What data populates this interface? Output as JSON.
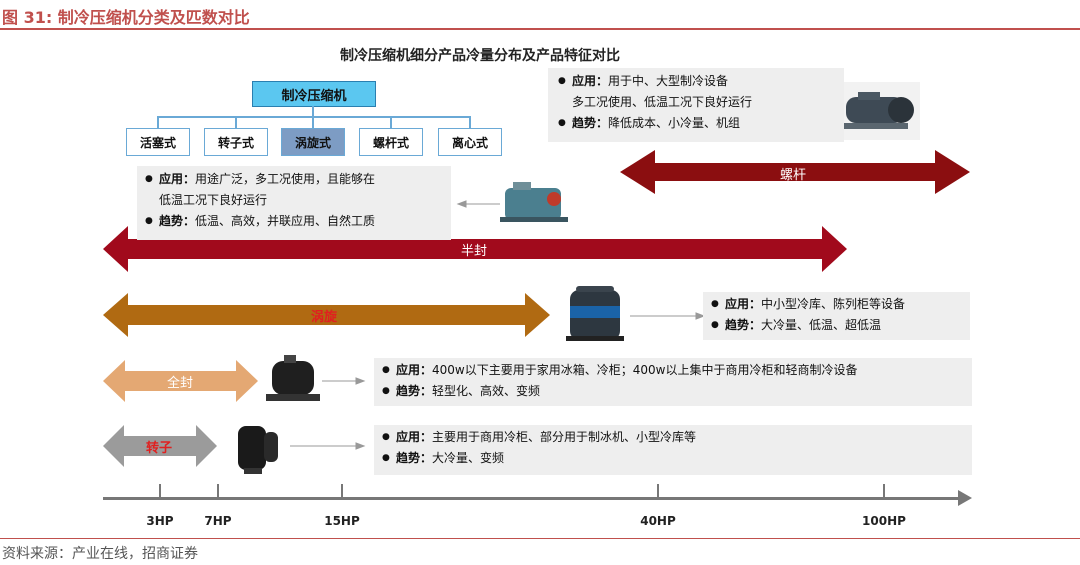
{
  "figure": {
    "title": "图 31:  制冷压缩机分类及匹数对比",
    "source": "资料来源：产业在线，招商证券"
  },
  "diagram": {
    "title": "制冷压缩机细分产品冷量分布及产品特征对比",
    "tree": {
      "root": "制冷压缩机",
      "children": [
        "活塞式",
        "转子式",
        "涡旋式",
        "螺杆式",
        "离心式"
      ],
      "selected": "涡旋式"
    },
    "arrows": [
      {
        "label": "螺杆",
        "color": "#8b0e10"
      },
      {
        "label": "半封",
        "color": "#a10a1c"
      },
      {
        "label": "涡旋",
        "color": "#b06a12",
        "label_color": "#e02020"
      },
      {
        "label": "全封",
        "color": "#e4a873"
      },
      {
        "label": "转子",
        "color": "#9b9b9b",
        "label_color": "#e02020"
      }
    ],
    "info": {
      "screw": {
        "application_label": "应用：",
        "application_lines": [
          "用于中、大型制冷设备",
          "多工况使用、低温工况下良好运行"
        ],
        "trend_label": "趋势：",
        "trend": "降低成本、小冷量、机组"
      },
      "semi_hermetic": {
        "application_label": "应用：",
        "application_lines": [
          "用途广泛，多工况使用，且能够在",
          "低温工况下良好运行"
        ],
        "trend_label": "趋势：",
        "trend": "低温、高效，并联应用、自然工质"
      },
      "scroll": {
        "application_label": "应用：",
        "application": "中小型冷库、陈列柜等设备",
        "trend_label": "趋势：",
        "trend": "大冷量、低温、超低温"
      },
      "hermetic": {
        "application_label": "应用：",
        "application": "400w以下主要用于家用冰箱、冷柜；400w以上集中于商用冷柜和轻商制冷设备",
        "trend_label": "趋势：",
        "trend": "轻型化、高效、变频"
      },
      "rotary": {
        "application_label": "应用：",
        "application": "主要用于商用冷柜、部分用于制冰机、小型冷库等",
        "trend_label": "趋势：",
        "trend": "大冷量、变频"
      }
    },
    "axis": {
      "ticks": [
        "3HP",
        "7HP",
        "15HP",
        "40HP",
        "100HP"
      ]
    },
    "icons": [
      "screw-compressor-icon",
      "semi-hermetic-compressor-icon",
      "scroll-compressor-icon",
      "hermetic-compressor-icon",
      "rotary-compressor-icon"
    ]
  }
}
